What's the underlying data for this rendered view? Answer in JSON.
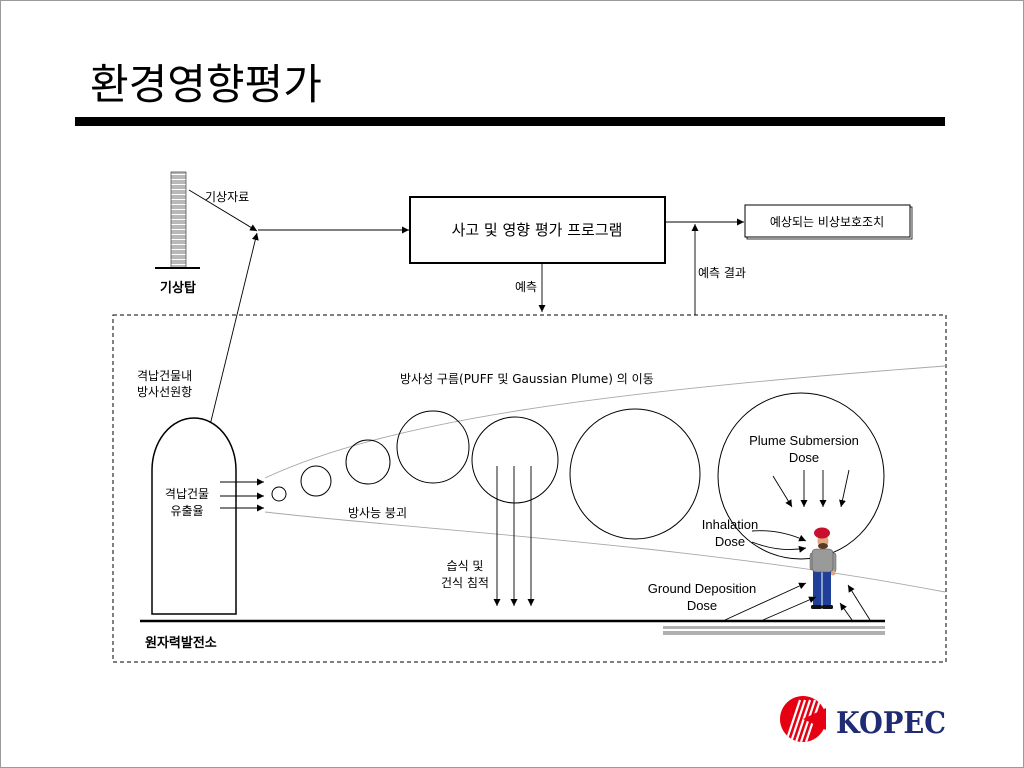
{
  "slide": {
    "title": "환경영향평가"
  },
  "tower": {
    "data_label": "기상자료",
    "label": "기상탑"
  },
  "program": {
    "box_label": "사고 및 영향 평가 프로그램",
    "actions_label": "예상되는 비상보호조치",
    "predict_label": "예측",
    "result_label": "예측 결과"
  },
  "plant": {
    "source_term": [
      "격납건물내",
      "방사선원항"
    ],
    "release_rate": [
      "격납건물",
      "유출율"
    ],
    "label": "원자력발전소"
  },
  "plume": {
    "label": "방사성 구름(PUFF 및 Gaussian Plume) 의 이동",
    "decay_label": "방사능 붕괴",
    "deposition_label": [
      "습식 및",
      "건식 침적"
    ]
  },
  "doses": {
    "submersion": [
      "Plume Submersion",
      "Dose"
    ],
    "inhalation": [
      "Inhalation",
      "Dose"
    ],
    "ground": [
      "Ground Deposition",
      "Dose"
    ]
  },
  "logo": {
    "text": "KOPEC",
    "icon": "kopec-emblem-icon"
  },
  "colors": {
    "logo_red": "#e60012",
    "logo_navy": "#1f2b73",
    "helmet": "#c8102e",
    "jeans": "#1f3f99",
    "deposition_layer": "#b0b0b0"
  }
}
